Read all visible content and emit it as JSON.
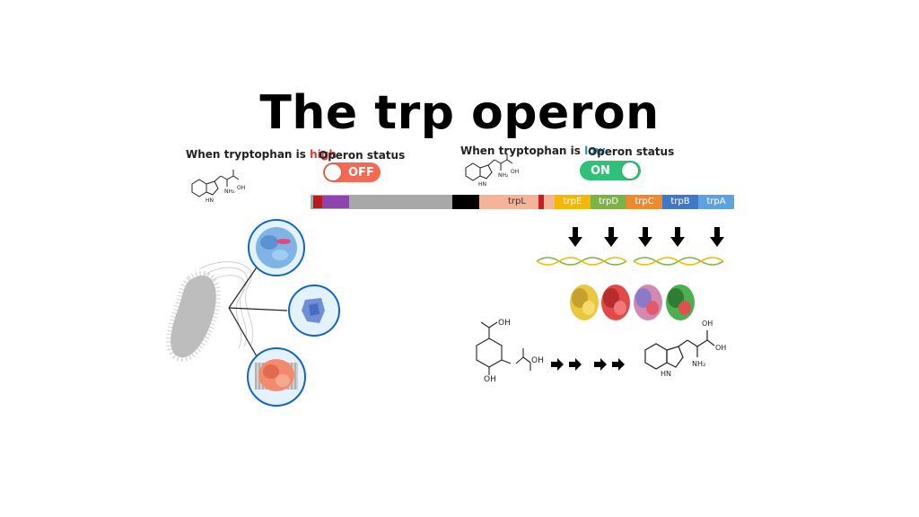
{
  "title": "The trp operon",
  "high": {
    "prefix": "When tryptophan is ",
    "level": "high",
    "status_label": "Operon status",
    "toggle": "OFF"
  },
  "low": {
    "prefix": "When tryptophan is ",
    "level": "low",
    "status_label": "Operon status",
    "toggle": "ON"
  },
  "genes": [
    {
      "label": "trpL",
      "color": "#f5b49a"
    },
    {
      "label": "trpE",
      "color": "#f5b800"
    },
    {
      "label": "trpD",
      "color": "#7cb342"
    },
    {
      "label": "trpC",
      "color": "#ef8a2b"
    },
    {
      "label": "trpB",
      "color": "#3f78c8"
    },
    {
      "label": "trpA",
      "color": "#5aa3e0"
    }
  ],
  "molecule_labels": {
    "oh": "OH",
    "nh2": "NH₂",
    "hn": "HN"
  },
  "colors": {
    "off": "#f26a53",
    "on": "#2fc07a",
    "operator": "#8e44ad",
    "promoter": "#b71c1c",
    "backbone": "#a8a8a8",
    "bacterium": "#bdbdbd",
    "circle_stroke": "#1565c0"
  }
}
